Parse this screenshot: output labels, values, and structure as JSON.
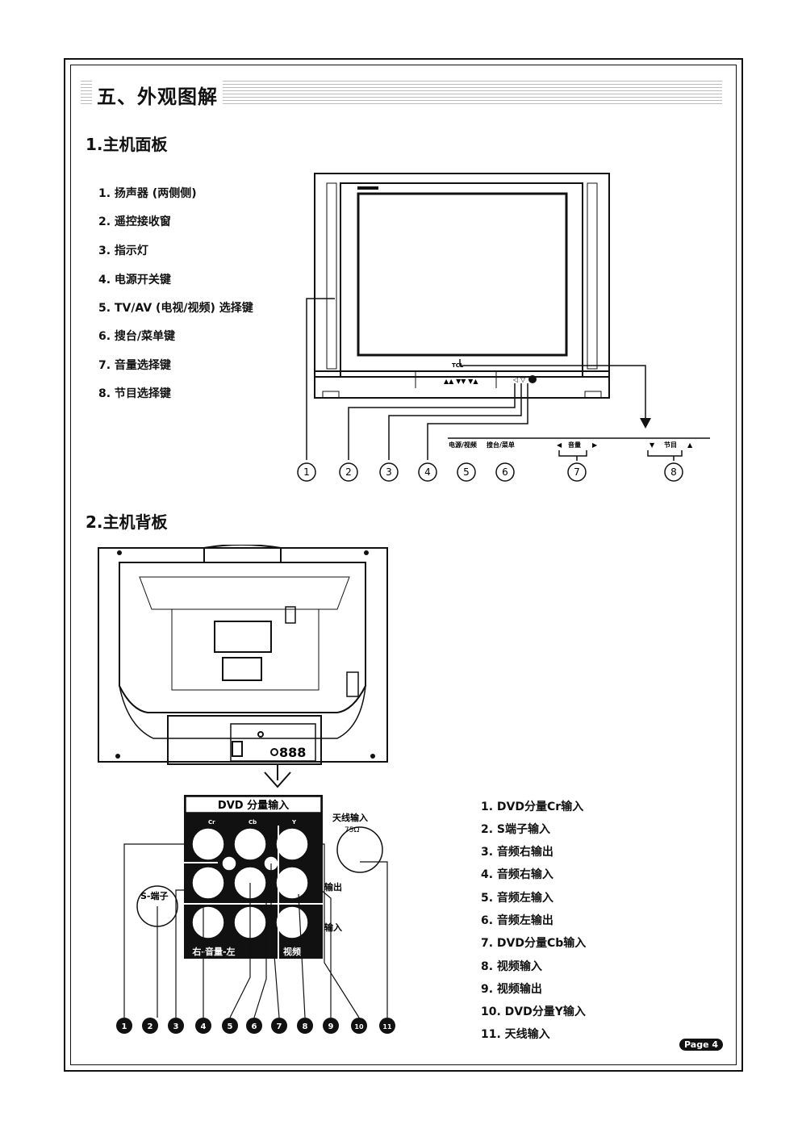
{
  "header": {
    "title": "五、外观图解"
  },
  "front": {
    "section_title": "1.主机面板",
    "items": [
      "1. 扬声器 (两侧侧)",
      "2. 遥控接收窗",
      "3. 指示灯",
      "4. 电源开关键",
      "5. TV/AV (电视/视频) 选择键",
      "6. 搜台/菜单键",
      "7. 音量选择键",
      "8. 节目选择键"
    ],
    "panel_labels": {
      "power_tvav": "电源/视频",
      "search_menu": "搜台/菜单",
      "volume": "音量",
      "program": "节目"
    },
    "brand": "TCL",
    "callouts": [
      "1",
      "2",
      "3",
      "4",
      "5",
      "6",
      "7",
      "8"
    ]
  },
  "back": {
    "section_title": "2.主机背板",
    "jack_panel": {
      "header": "DVD 分量输入",
      "cr": "Cr",
      "cb": "Cb",
      "y": "Y",
      "antenna": "天线输入",
      "ohm": "75Ω",
      "output": "输出",
      "input": "输入",
      "audio": "右-音量-左",
      "video": "视频",
      "s_terminal": "S-端子"
    },
    "digits": "888",
    "callouts": [
      "1",
      "2",
      "3",
      "4",
      "5",
      "6",
      "7",
      "8",
      "9",
      "10",
      "11"
    ],
    "items": [
      "1. DVD分量Cr输入",
      "2. S端子输入",
      "3. 音频右输出",
      "4. 音频右输入",
      "5. 音频左输入",
      "6. 音频左输出",
      "7. DVD分量Cb输入",
      "8. 视频输入",
      "9. 视频输出",
      "10. DVD分量Y输入",
      "11. 天线输入"
    ]
  },
  "footer": {
    "page": "Page 4"
  }
}
